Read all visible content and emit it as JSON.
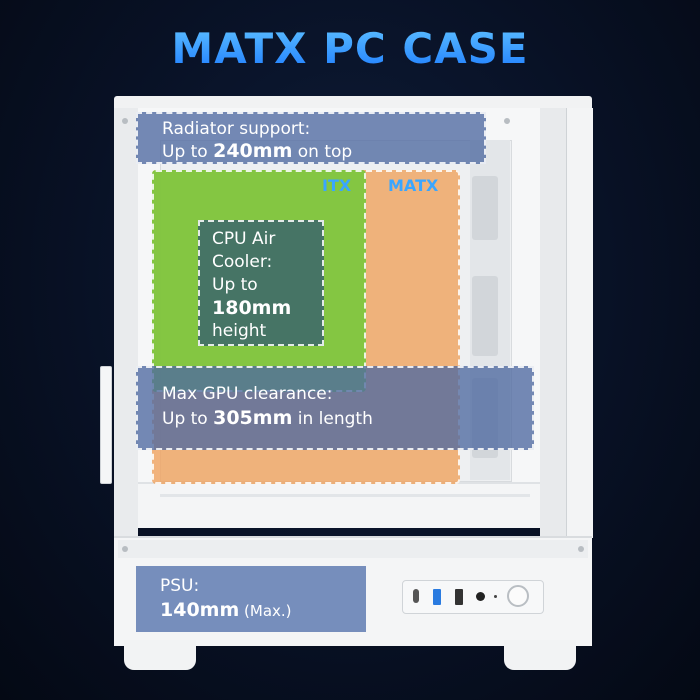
{
  "title": "MATX PC CASE",
  "radiator": {
    "line1": "Radiator support:",
    "prefix": "Up to ",
    "value": "240mm",
    "suffix": " on top"
  },
  "form_factors": {
    "itx": "ITX",
    "matx": "MATX"
  },
  "cpu_cooler": {
    "line1": "CPU Air",
    "line2": "Cooler:",
    "line3": "Up to",
    "value": "180mm",
    "line5": "height"
  },
  "gpu": {
    "line1": "Max GPU clearance:",
    "prefix": "Up to ",
    "value": "305mm",
    "suffix": " in length"
  },
  "psu": {
    "line1": "PSU:",
    "value": "140mm",
    "suffix": " (Max.)"
  },
  "colors": {
    "title": "#3aa6ff",
    "itx": "#78c83c",
    "matx": "#f0a05a",
    "overlay": "#4e69a0"
  },
  "icons": [
    "usb-c-port-icon",
    "usb-a-port-icon",
    "audio-jack-icon",
    "power-button-icon"
  ]
}
